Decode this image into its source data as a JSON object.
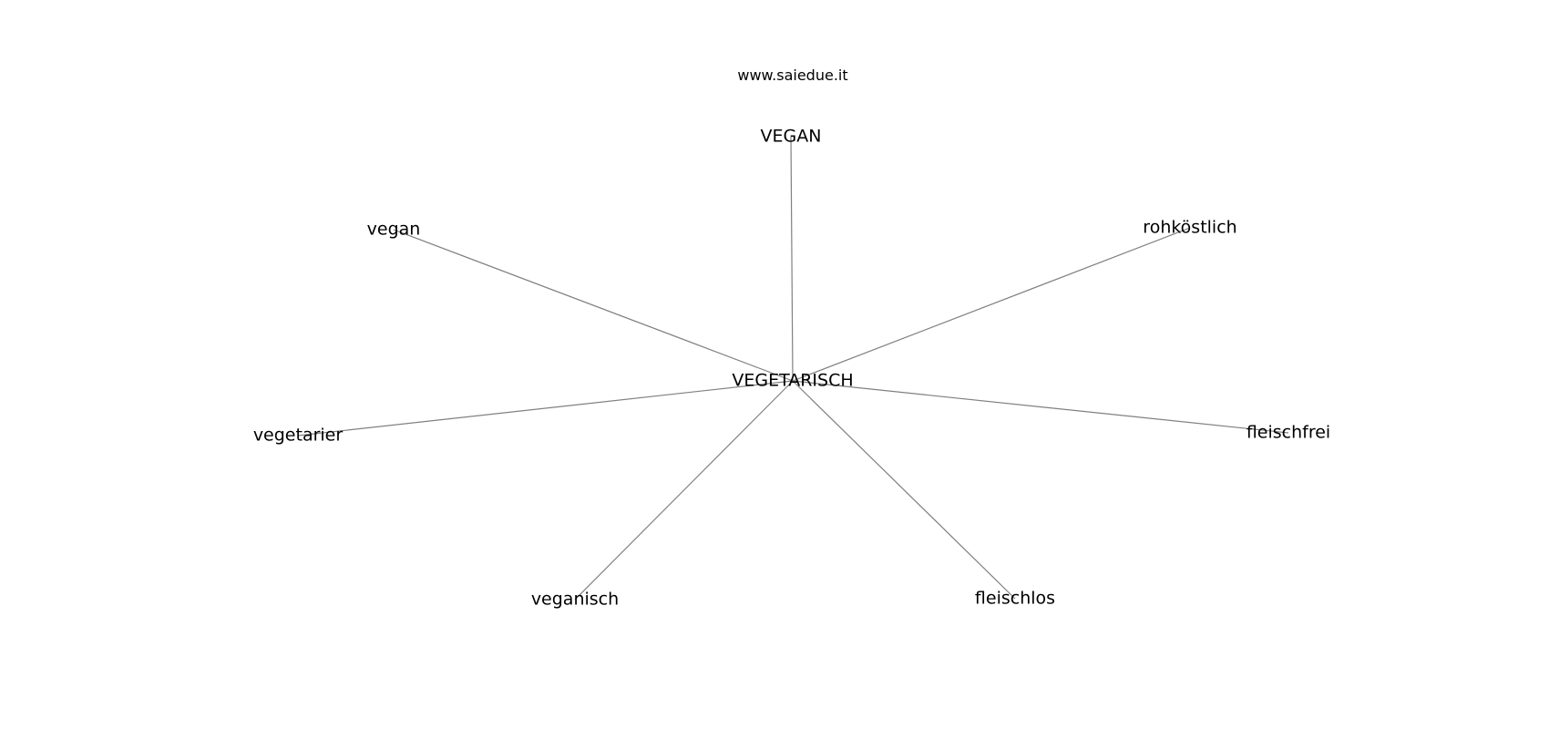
{
  "watermark": "www.saiedue.it",
  "center": {
    "label": "VEGETARISCH"
  },
  "neighbors": [
    {
      "label": "VEGAN"
    },
    {
      "label": "vegan"
    },
    {
      "label": "rohköstlich"
    },
    {
      "label": "vegetarier"
    },
    {
      "label": "fleischfrei"
    },
    {
      "label": "veganisch"
    },
    {
      "label": "fleischlos"
    }
  ],
  "colors": {
    "edge": "#808080",
    "text": "#000000",
    "background": "#ffffff"
  }
}
